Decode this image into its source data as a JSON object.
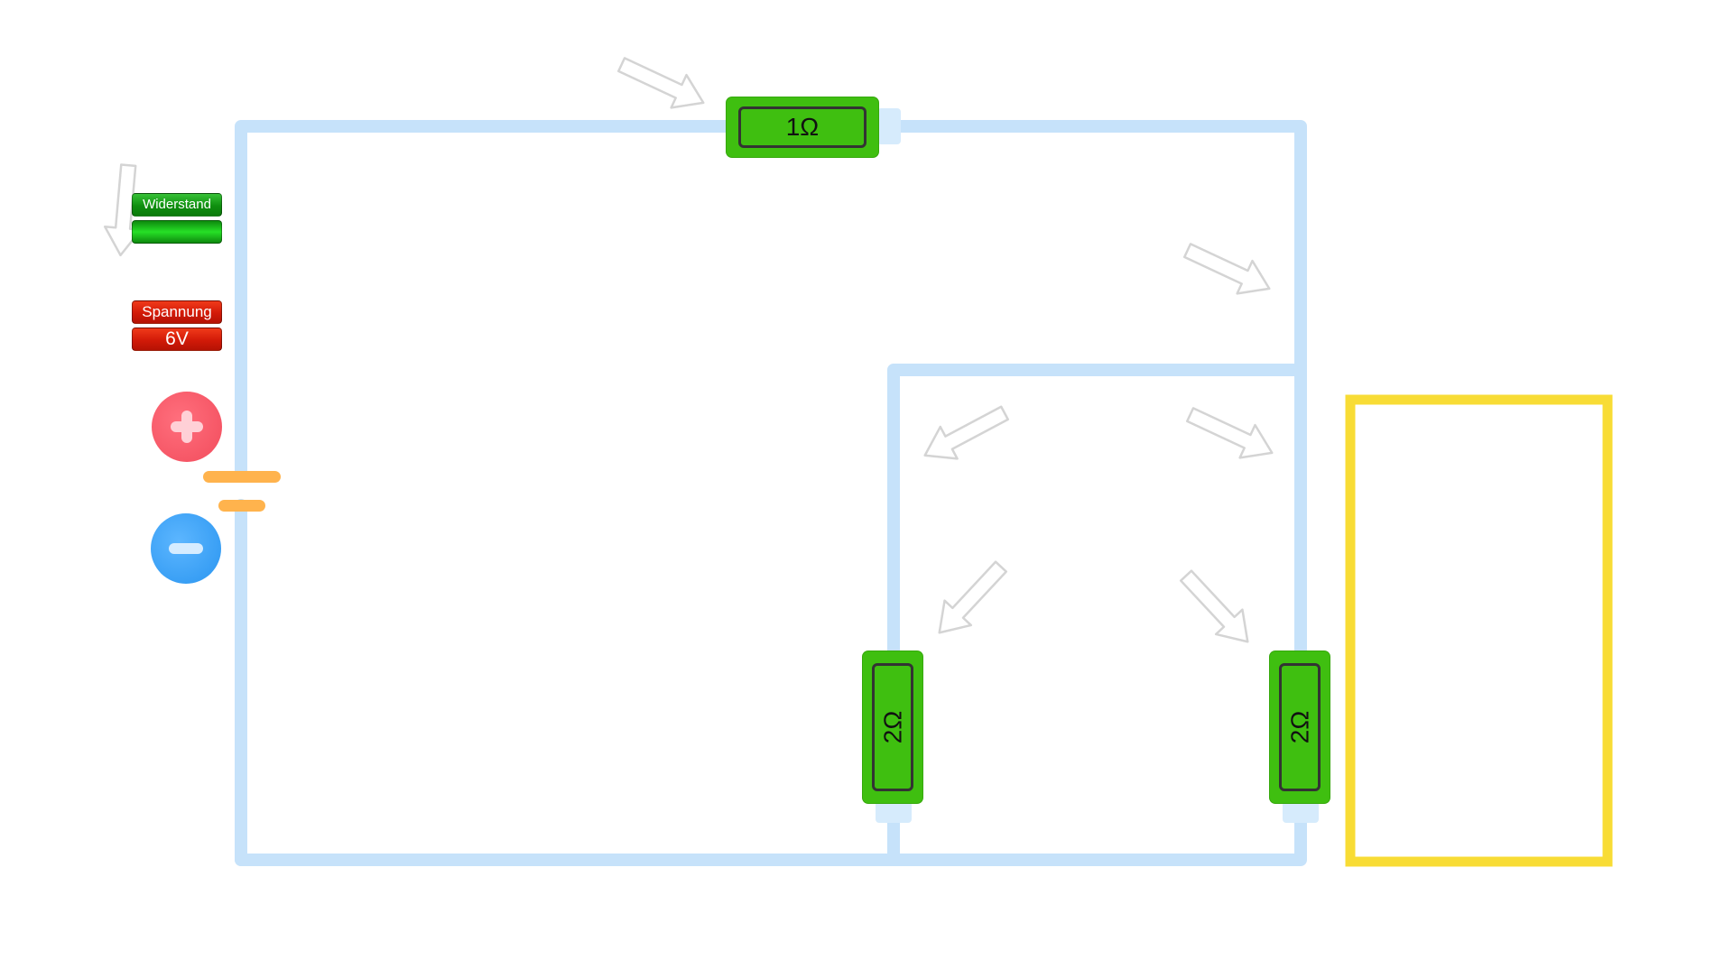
{
  "controls": {
    "resistance_label": "Widerstand",
    "resistance_value": "",
    "voltage_label": "Spannung",
    "voltage_value": "6V"
  },
  "resistors": {
    "top": "1Ω",
    "middle": "2Ω",
    "right": "2Ω"
  },
  "colors": {
    "wire": "#c6e2fa",
    "resistor": "#3fbf10",
    "battery_plate": "#ffb34d",
    "highlight_box": "#f8dc35",
    "plus": "#f24c5c",
    "minus": "#2a95f0",
    "arrow_outline": "#d4d4d4"
  },
  "icons": {
    "plus_button": "plus-icon",
    "minus_button": "minus-icon",
    "current_arrow": "arrow-icon"
  }
}
